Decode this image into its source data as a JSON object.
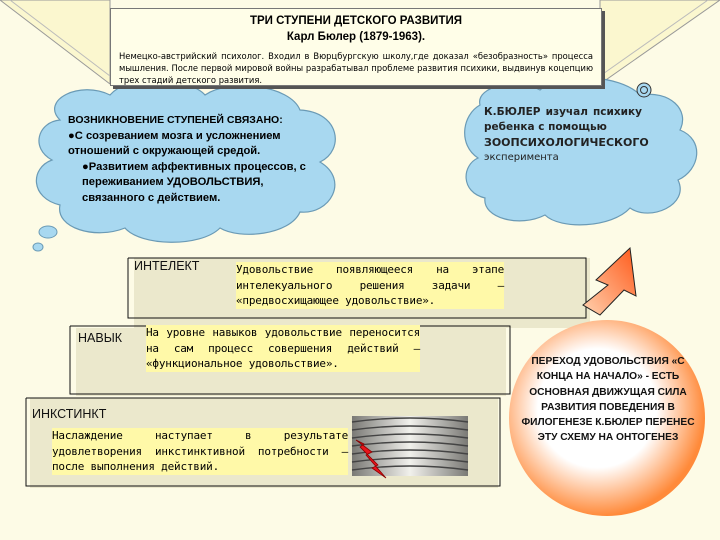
{
  "header": {
    "title": "ТРИ СТУПЕНИ ДЕТСКОГО РАЗВИТИЯ",
    "subtitle": "Карл Бюлер (1879-1963).",
    "body": "Немецко-австрийский психолог. Входил в Вюрцбургскую школу,где доказал «безобразность» процесса мышления. После первой мировой войны разрабатывал проблеме развития психики, выдвинув коцепцию трех стадий детского развития."
  },
  "cloud_left": {
    "heading": "ВОЗНИКНОВЕНИЕ СТУПЕНЕЙ СВЯЗАНО:",
    "bullet1": "●С созреванием мозга и усложнением отношений с окружающей средой.",
    "bullet2": "●Развитием аффективных процессов, с переживанием УДОВОЛЬСТВИЯ, связанного с действием."
  },
  "cloud_right": {
    "line1": "К.БЮЛЕР изучал психику ребенка с помощью",
    "line2": "ЗООПСИХОЛОГИЧЕСКОГО",
    "line3": "эксперимента"
  },
  "steps": {
    "intellect": {
      "label": "ИНТЕЛЕКТ",
      "text": "Удовольствие появляющееся на этапе интелекуального решения задачи – «предвосхищающее удовольствие»."
    },
    "skills": {
      "label": "НАВЫК",
      "text": "На уровне навыков удовольствие переносится на сам процесс совершения действий – «функциональное удовольствие»."
    },
    "instinct": {
      "label": "ИНКСТИНКТ",
      "text": "Наслаждение наступает в результате удовлетворения инкстинктивной потребности – после выполнения действий."
    }
  },
  "ball": {
    "text": "ПЕРЕХОД УДОВОЛЬСТВИЯ «С КОНЦА НА НАЧАЛО» - ЕСТЬ ОСНОВНАЯ ДВИЖУЩАЯ СИЛА РАЗВИТИЯ ПОВЕДЕНИЯ В ФИЛОГЕНЕЗЕ К.БЮЛЕР ПЕРЕНЕС ЭТУ СХЕМУ НА ОНТОГЕНЕЗ"
  },
  "colors": {
    "cloud": "#a8d8f0",
    "text_highlight": "#fff9a8",
    "lightning": "#e8141b",
    "arrow": "#ff6a2a",
    "ball_light": "#ffffff",
    "ball_dark": "#ff8a3a"
  }
}
